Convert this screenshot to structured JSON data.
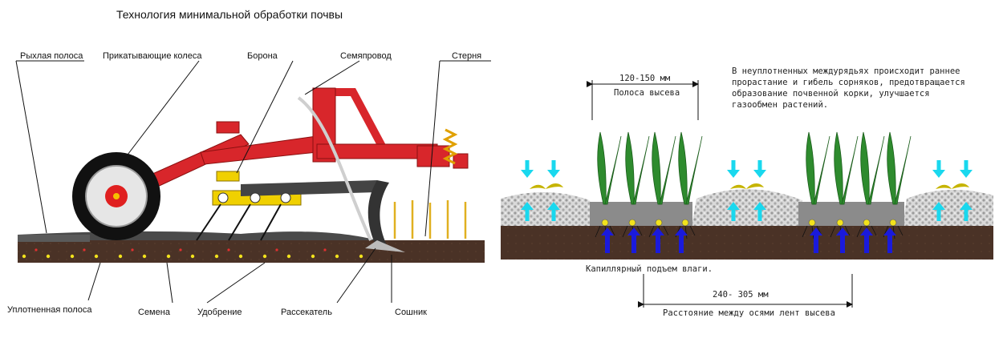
{
  "left_diagram": {
    "title": "Технология минимальной обработки почвы",
    "labels": {
      "loose_strip": "Рыхлая полоса",
      "press_wheels": "Прикатывающие колеса",
      "harrow": "Борона",
      "seed_tube": "Семяпровод",
      "stubble": "Стерня",
      "compacted_strip": "Уплотненная полоса",
      "seeds": "Семена",
      "fertilizer": "Удобрение",
      "spreader": "Рассекатель",
      "coulter": "Сошник"
    }
  },
  "right_diagram": {
    "band_width": "120-150 мм",
    "band_label": "Полоса высева",
    "note": "В неуплотненных междурядьях происходит раннее прорастание и гибель сорняков, предотвращается образование почвенной корки, улучшается газообмен растений.",
    "capillary": "Капиллярный подъем влаги.",
    "row_spacing": "240- 305 мм",
    "row_spacing_label": "Расстояние между осями лент высева"
  },
  "colors": {
    "frame_red": "#d8262b",
    "soil_dark": "#4a3226",
    "soil_light": "#dcdcdc",
    "plant_green": "#2e8b2e",
    "water_arrow": "#19d8ee",
    "capillary_arrow": "#1a1adc",
    "seed_yellow": "#f2e21c"
  }
}
